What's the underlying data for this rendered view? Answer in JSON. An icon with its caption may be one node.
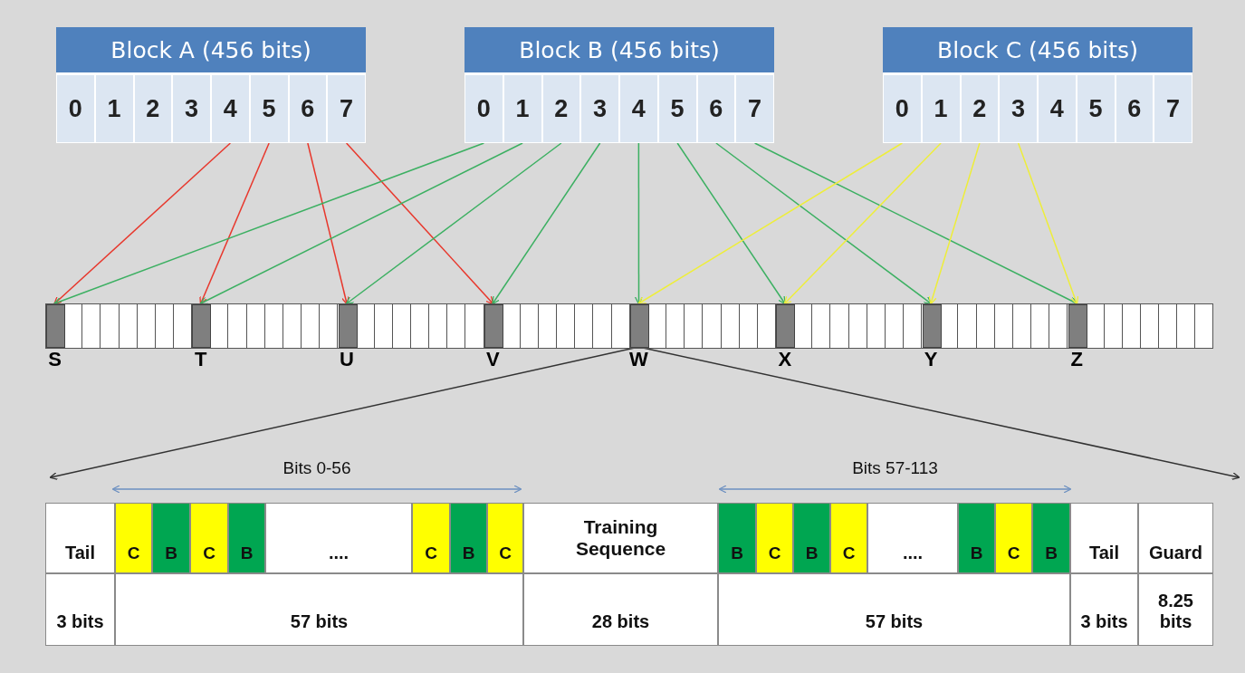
{
  "diagram": {
    "nodes": [
      {
        "text": [
          "Block A (456 bits)"
        ]
      },
      {
        "text": [
          "0"
        ],
        "in": 0
      },
      {
        "text": [
          "1"
        ],
        "in": 0
      },
      {
        "text": [
          "2"
        ],
        "in": 0
      },
      {
        "text": [
          "3"
        ],
        "in": 0
      },
      {
        "text": [
          "4"
        ],
        "in": 0
      },
      {
        "text": [
          "5"
        ],
        "in": 0
      },
      {
        "text": [
          "6"
        ],
        "in": 0
      },
      {
        "text": [
          "7"
        ],
        "in": 0
      },
      {
        "text": [
          "Block B (456 bits)"
        ]
      },
      {
        "text": [
          "0"
        ],
        "in": 9
      },
      {
        "text": [
          "1"
        ],
        "in": 9
      },
      {
        "text": [
          "2"
        ],
        "in": 9
      },
      {
        "text": [
          "3"
        ],
        "in": 9
      },
      {
        "text": [
          "4"
        ],
        "in": 9
      },
      {
        "text": [
          "5"
        ],
        "in": 9
      },
      {
        "text": [
          "6"
        ],
        "in": 9
      },
      {
        "text": [
          "7"
        ],
        "in": 9
      },
      {
        "text": [
          "Block C (456 bits)"
        ]
      },
      {
        "text": [
          "0"
        ],
        "in": 18
      },
      {
        "text": [
          "1"
        ],
        "in": 18
      },
      {
        "text": [
          "2"
        ],
        "in": 18
      },
      {
        "text": [
          "3"
        ],
        "in": 18
      },
      {
        "text": [
          "4"
        ],
        "in": 18
      },
      {
        "text": [
          "5"
        ],
        "in": 18
      },
      {
        "text": [
          "6"
        ],
        "in": 18
      },
      {
        "text": [
          "7"
        ],
        "in": 18
      },
      {
        "text": [],
        "shape": "bar"
      },
      {
        "text": [],
        "shape": "bar",
        "in": 27,
        "beside": [
          "S"
        ]
      },
      {
        "text": [],
        "shape": "bar",
        "in": 27,
        "beside": [
          "T"
        ]
      },
      {
        "text": [],
        "shape": "bar",
        "in": 27,
        "beside": [
          "U"
        ]
      },
      {
        "text": [],
        "shape": "bar",
        "in": 27,
        "beside": [
          "V"
        ]
      },
      {
        "text": [],
        "shape": "bar",
        "in": 27,
        "beside": [
          "W"
        ]
      },
      {
        "text": [],
        "shape": "bar",
        "in": 27,
        "beside": [
          "X"
        ]
      },
      {
        "text": [],
        "shape": "bar",
        "in": 27,
        "beside": [
          "Y"
        ]
      },
      {
        "text": [],
        "shape": "bar",
        "in": 27,
        "beside": [
          "Z"
        ]
      }
    ],
    "edges": [
      {
        "from": 5,
        "to": 28,
        "arrow": "to",
        "color": "#e8372c"
      },
      {
        "from": 6,
        "to": 29,
        "arrow": "to",
        "color": "#e8372c"
      },
      {
        "from": 7,
        "to": 30,
        "arrow": "to",
        "color": "#e8372c"
      },
      {
        "from": 8,
        "to": 31,
        "arrow": "to",
        "color": "#e8372c"
      },
      {
        "from": 10,
        "to": 28,
        "arrow": "to"
      },
      {
        "from": 11,
        "to": 29,
        "arrow": "to"
      },
      {
        "from": 12,
        "to": 30,
        "arrow": "to"
      },
      {
        "from": 13,
        "to": 31,
        "arrow": "to"
      },
      {
        "from": 14,
        "to": 32,
        "arrow": "to"
      },
      {
        "from": 15,
        "to": 33,
        "arrow": "to"
      },
      {
        "from": 16,
        "to": 34,
        "arrow": "to"
      },
      {
        "from": 17,
        "to": 35,
        "arrow": "to"
      },
      {
        "from": 19,
        "to": 32,
        "arrow": "to",
        "color": "#eeee3a"
      },
      {
        "from": 20,
        "to": 33,
        "arrow": "to",
        "color": "#eeee3a"
      },
      {
        "from": 21,
        "to": 34,
        "arrow": "to",
        "color": "#eeee3a"
      },
      {
        "from": 22,
        "to": 35,
        "arrow": "to",
        "color": "#eeee3a"
      },
      {
        "from": 32,
        "to": null,
        "arrow": "to",
        "color": "#333333"
      },
      {
        "from": 32,
        "to": null,
        "arrow": "to",
        "color": "#333333"
      }
    ],
    "labels": [
      "Bits 0-56",
      "Bits 57-113",
      "Tail",
      "C",
      "B",
      "C",
      "B",
      "....",
      "C",
      "B",
      "C",
      "Training Sequence",
      "B",
      "C",
      "B",
      "C",
      "....",
      "B",
      "C",
      "B",
      "Tail",
      "Guard",
      "3 bits",
      "57 bits",
      "28 bits",
      "57 bits",
      "3 bits",
      "8.25 bits"
    ]
  }
}
